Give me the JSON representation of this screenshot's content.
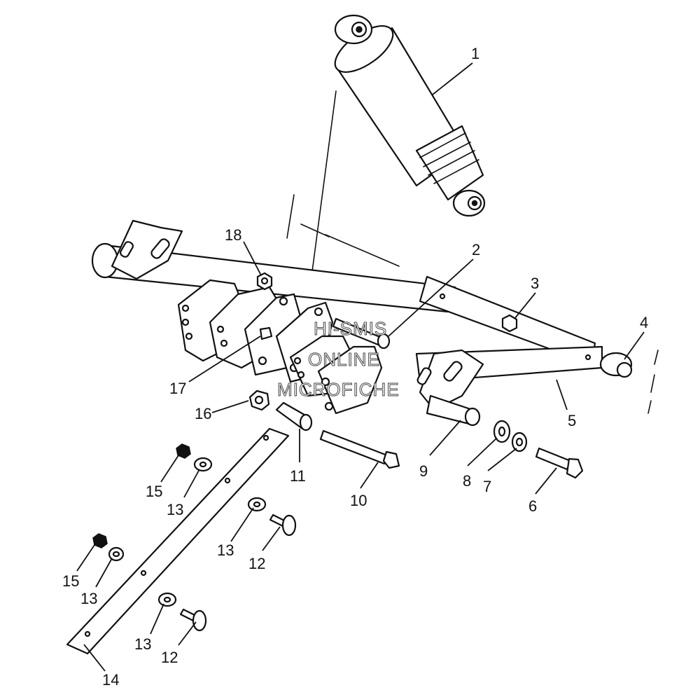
{
  "callouts": [
    {
      "label": "1"
    },
    {
      "label": "2"
    },
    {
      "label": "3"
    },
    {
      "label": "4"
    },
    {
      "label": "5"
    },
    {
      "label": "6"
    },
    {
      "label": "7"
    },
    {
      "label": "8"
    },
    {
      "label": "9"
    },
    {
      "label": "10"
    },
    {
      "label": "11"
    },
    {
      "label": "12"
    },
    {
      "label": "12"
    },
    {
      "label": "13"
    },
    {
      "label": "13"
    },
    {
      "label": "13"
    },
    {
      "label": "13"
    },
    {
      "label": "14"
    },
    {
      "label": "15"
    },
    {
      "label": "15"
    },
    {
      "label": "16"
    },
    {
      "label": "17"
    },
    {
      "label": "18"
    }
  ],
  "watermark": {
    "line1": "HI-SMIS",
    "line2": "ONLINE",
    "line3": "MICROFICHE"
  },
  "colors": {
    "line": "#111111",
    "background": "#ffffff"
  }
}
